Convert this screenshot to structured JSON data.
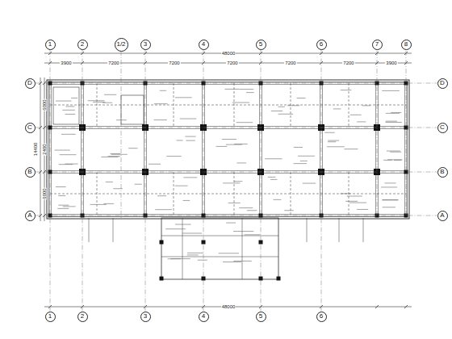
{
  "diagram": {
    "nodes": [
      {
        "text": [
          "1"
        ]
      },
      {
        "text": [
          "2"
        ]
      },
      {
        "text": [
          "1/2"
        ]
      },
      {
        "text": [
          "3"
        ]
      },
      {
        "text": [
          "4"
        ]
      },
      {
        "text": [
          "5"
        ]
      },
      {
        "text": [
          "6"
        ]
      },
      {
        "text": [
          "7"
        ]
      },
      {
        "text": [
          "8"
        ]
      },
      {
        "text": [
          "D"
        ]
      },
      {
        "text": [
          "C"
        ]
      },
      {
        "text": [
          "B"
        ]
      },
      {
        "text": [
          "A"
        ]
      },
      {
        "text": [
          "D"
        ]
      },
      {
        "text": [
          "C"
        ]
      },
      {
        "text": [
          "B"
        ]
      },
      {
        "text": [
          "A"
        ]
      },
      {
        "text": [
          "1"
        ]
      },
      {
        "text": [
          "2"
        ]
      },
      {
        "text": [
          "3"
        ]
      },
      {
        "text": [
          "4"
        ]
      },
      {
        "text": [
          "5"
        ]
      },
      {
        "text": [
          "6"
        ]
      }
    ],
    "edges": [
      {
        "from": 0,
        "to": 17,
        "arrow": "none"
      },
      {
        "from": 1,
        "to": 18,
        "arrow": "none"
      },
      {
        "from": 3,
        "to": 19,
        "arrow": "none"
      },
      {
        "from": 4,
        "to": 20,
        "arrow": "none"
      },
      {
        "from": 5,
        "to": 21,
        "arrow": "none"
      },
      {
        "from": 6,
        "to": 22,
        "arrow": "none"
      },
      {
        "from": 9,
        "to": 13,
        "arrow": "none"
      },
      {
        "from": 10,
        "to": 14,
        "arrow": "none"
      },
      {
        "from": 11,
        "to": 15,
        "arrow": "none"
      },
      {
        "from": 12,
        "to": 16,
        "arrow": "none"
      }
    ],
    "labels": [
      "48000",
      "3900",
      "7200",
      "7200",
      "7200",
      "7200",
      "7200",
      "3900",
      "6000",
      "2400",
      "6000",
      "14400",
      "48000"
    ]
  }
}
